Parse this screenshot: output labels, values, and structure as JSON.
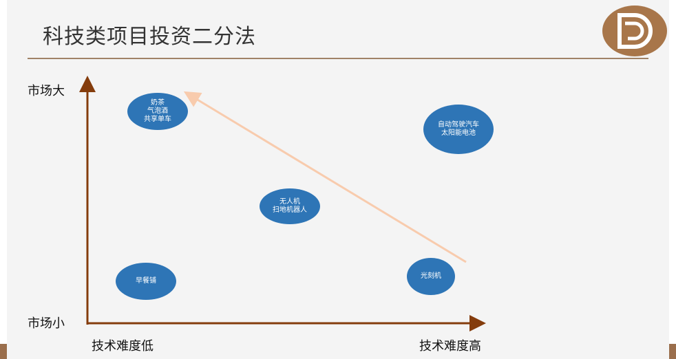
{
  "title": "科技类项目投资二分法",
  "logo": {
    "icon": "company-logo-d",
    "color": "#a8764a"
  },
  "axes": {
    "y_top": "市场大",
    "y_bottom": "市场小",
    "x_left": "技术难度低",
    "x_right": "技术难度高",
    "color": "#843c0c"
  },
  "trend_arrow_color": "#f8cbad",
  "bubble_color": "#2e75b6",
  "bubbles": [
    {
      "text": "奶茶\n气泡酒\n共享单车"
    },
    {
      "text": "无人机\n扫地机器人"
    },
    {
      "text": "自动驾驶汽车\n太阳能电池"
    },
    {
      "text": "早餐铺"
    },
    {
      "text": "光刻机"
    }
  ]
}
